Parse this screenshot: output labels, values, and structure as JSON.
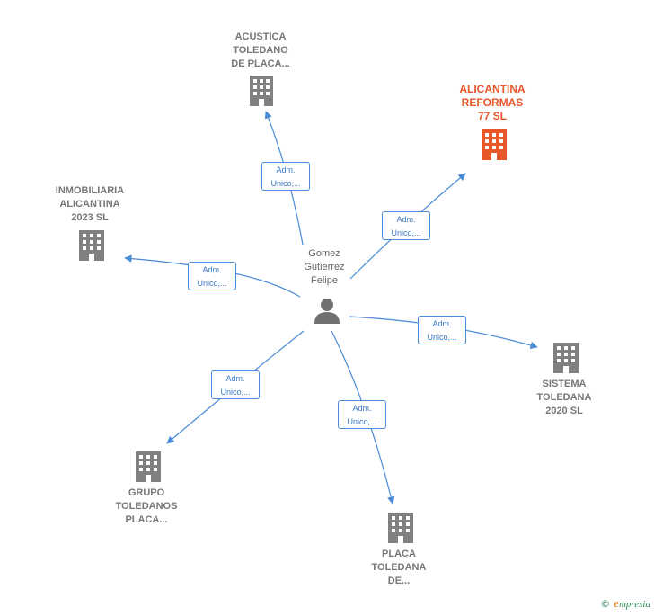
{
  "center": {
    "name": [
      "Gomez",
      "Gutierrez",
      "Felipe"
    ]
  },
  "companies": [
    {
      "id": "acustica",
      "lines": [
        "ACUSTICA",
        "TOLEDANO",
        "DE PLACA..."
      ],
      "highlight": false
    },
    {
      "id": "alicantina-reformas",
      "lines": [
        "ALICANTINA",
        "REFORMAS",
        "77  SL"
      ],
      "highlight": true
    },
    {
      "id": "inmobiliaria",
      "lines": [
        "INMOBILIARIA",
        "ALICANTINA",
        "2023  SL"
      ],
      "highlight": false
    },
    {
      "id": "sistema",
      "lines": [
        "SISTEMA",
        "TOLEDANA",
        "2020  SL"
      ],
      "highlight": false
    },
    {
      "id": "grupo",
      "lines": [
        "GRUPO",
        "TOLEDANOS",
        "PLACA..."
      ],
      "highlight": false
    },
    {
      "id": "placa",
      "lines": [
        "PLACA",
        "TOLEDANA",
        "DE..."
      ],
      "highlight": false
    }
  ],
  "edges": [
    {
      "line1": "Adm.",
      "line2": "Unico,..."
    },
    {
      "line1": "Adm.",
      "line2": "Unico,..."
    },
    {
      "line1": "Adm.",
      "line2": "Unico,..."
    },
    {
      "line1": "Adm.",
      "line2": "Unico,..."
    },
    {
      "line1": "Adm.",
      "line2": "Unico,..."
    },
    {
      "line1": "Adm.",
      "line2": "Unico,..."
    }
  ],
  "colors": {
    "edge": "#4a8bd8",
    "building": "#808080",
    "highlight": "#e8572a",
    "person": "#707070"
  },
  "icons": {
    "company": "building-icon",
    "person": "person-icon"
  },
  "footer": {
    "copyright": "©",
    "brand_initial": "e",
    "brand_rest": "mpresia"
  }
}
